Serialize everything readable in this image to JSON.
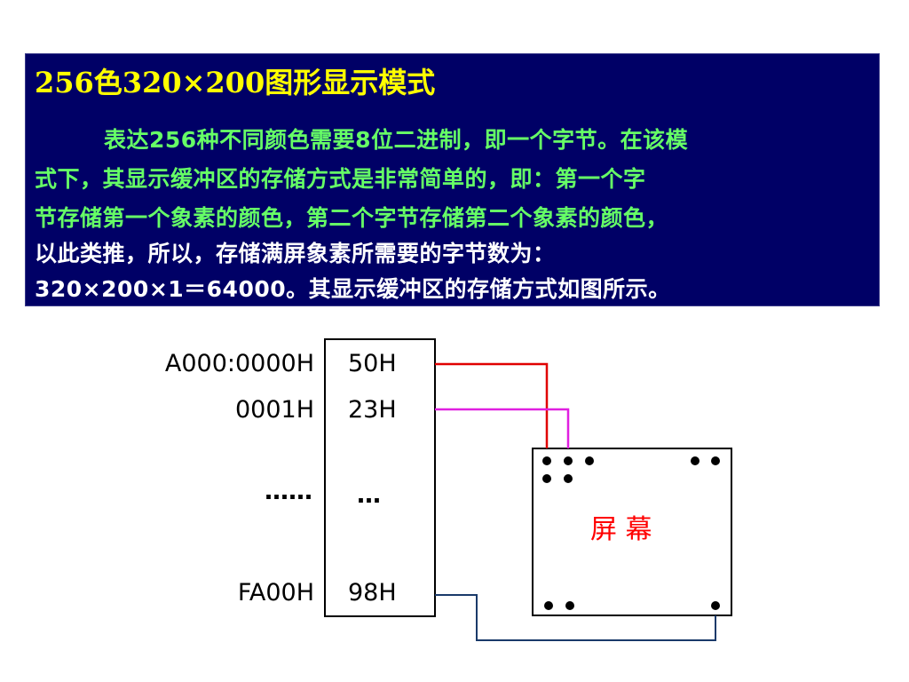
{
  "textbox": {
    "title": "256色320×200图形显示模式",
    "lines": [
      "表达256种不同颜色需要8位二进制，即一个字节。在该模",
      "式下，其显示缓冲区的存储方式是非常简单的，即：第一个字",
      "节存储第一个象素的颜色，第二个字节存储第二个象素的颜色，",
      "以此类推，所以，存储满屏象素所需要的字节数为：",
      "320×200×1＝64000。其显示缓冲区的存储方式如图所示。"
    ],
    "colors": {
      "background": "#000066",
      "title": "#ffff00",
      "green_text": "#66ff66",
      "white_text": "#ffffff"
    }
  },
  "diagram": {
    "addresses": [
      "A000:0000H",
      "0001H",
      "……",
      "FA00H"
    ],
    "cells": [
      "50H",
      "23H",
      "…",
      "98H"
    ],
    "screen_label": "屏 幕",
    "line_colors": {
      "first": "#e00000",
      "second": "#e020e0",
      "last": "#1a3a6a"
    }
  }
}
